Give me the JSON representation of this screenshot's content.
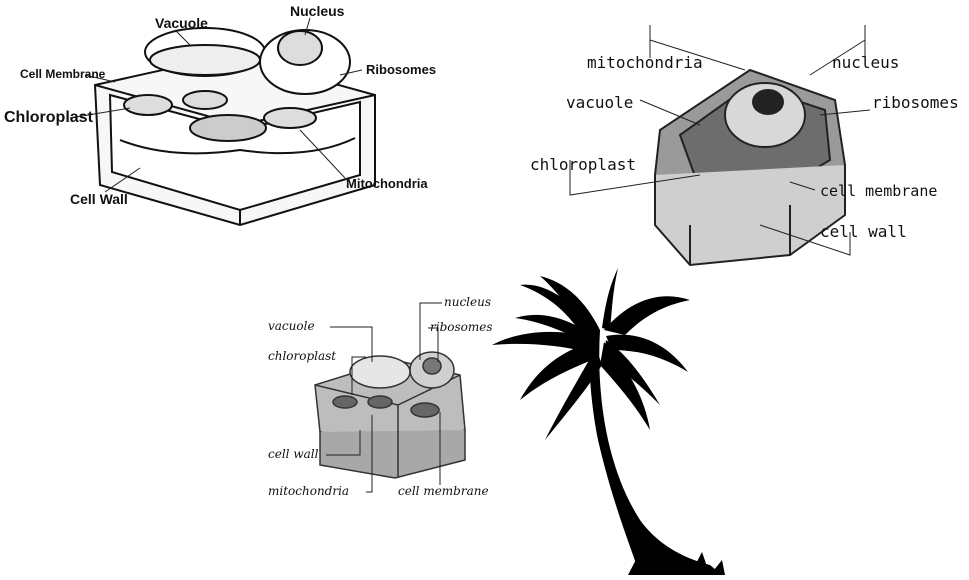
{
  "diagram_1": {
    "labels": {
      "vacuole": "Vacuole",
      "nucleus": "Nucleus",
      "cell_membrane": "Cell Membrane",
      "ribosomes": "Ribosomes",
      "chloroplast": "Chloroplast",
      "mitochondria": "Mitochondria",
      "cell_wall": "Cell Wall"
    }
  },
  "diagram_2": {
    "labels": {
      "mitochondria": "mitochondria",
      "nucleus": "nucleus",
      "vacuole": "vacuole",
      "ribosomes": "ribosomes",
      "chloroplast": "chloroplast",
      "cell_membrane": "cell membrane",
      "cell_wall": "cell wall"
    }
  },
  "diagram_3": {
    "labels": {
      "nucleus": "nucleus",
      "vacuole": "vacuole",
      "ribosomes": "ribosomes",
      "chloroplast": "chloroplast",
      "cell_wall": "cell wall",
      "mitochondria": "mitochondria",
      "cell_membrane": "cell membrane"
    }
  },
  "palm_tree": {
    "icon": "palm-tree-icon",
    "color": "#000000"
  }
}
